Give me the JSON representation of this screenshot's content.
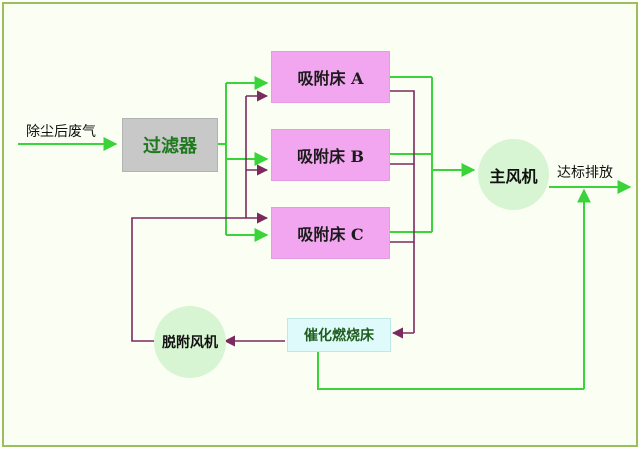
{
  "inlet_label": "除尘后废气",
  "filter_label": "过滤器",
  "bed_a_label": "吸附床 A",
  "bed_b_label": "吸附床 B",
  "bed_c_label": "吸附床 C",
  "main_fan_label": "主风机",
  "outlet_label": "达标排放",
  "catalytic_burner_label": "催化燃烧床",
  "desorption_fan_label": "脱附风机",
  "colors": {
    "frame": "#9bbf5a",
    "process_flow": "#3ad43a",
    "desorption_flow": "#7a2a5e",
    "bed_fill": "#f2a6f0",
    "filter_fill": "#c8c8c8",
    "burner_fill": "#dffafa",
    "fan_fill": "#d7f5d2"
  }
}
